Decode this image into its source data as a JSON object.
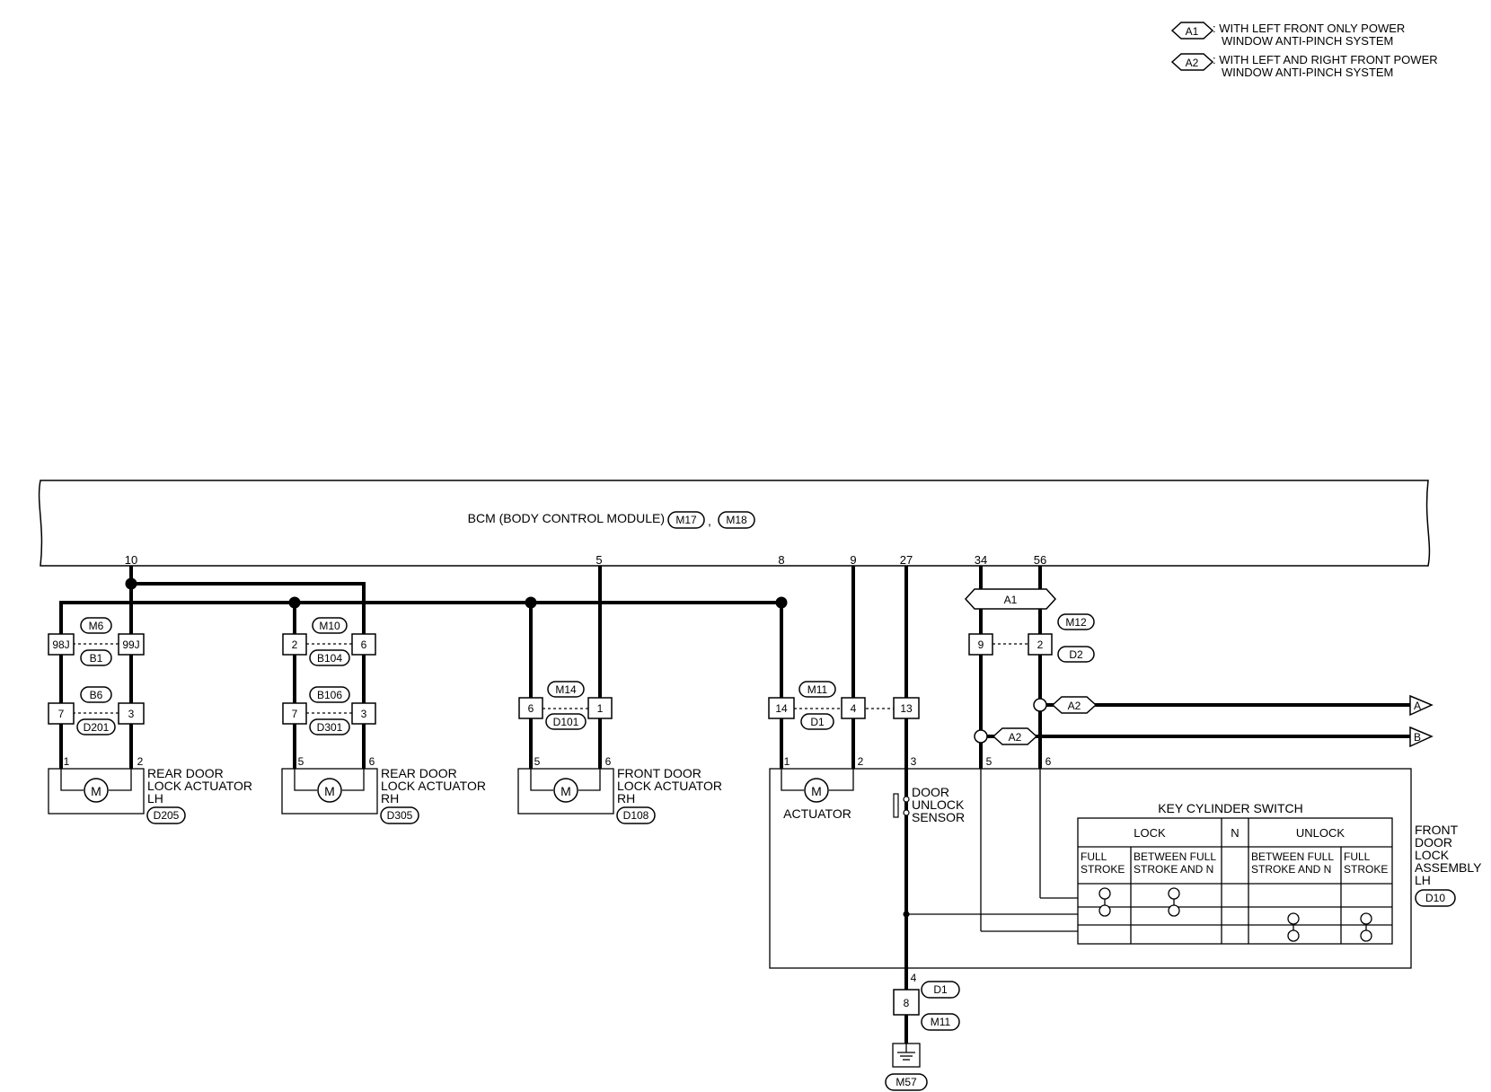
{
  "legend": [
    {
      "tag": "A1",
      "line1": ": WITH LEFT FRONT ONLY POWER",
      "line2": "WINDOW ANTI-PINCH SYSTEM"
    },
    {
      "tag": "A2",
      "line1": ": WITH LEFT AND RIGHT FRONT POWER",
      "line2": "WINDOW ANTI-PINCH SYSTEM"
    }
  ],
  "bcm": {
    "label": "BCM (BODY CONTROL MODULE)",
    "conn1": "M17",
    "sep": ",",
    "conn2": "M18",
    "pins": [
      "10",
      "5",
      "8",
      "9",
      "27",
      "34",
      "56"
    ]
  },
  "rear_lh": {
    "jc_top": "M6",
    "jc_bot": "B1",
    "pin_l": "98J",
    "pin_r": "99J",
    "jc2_top": "B6",
    "jc2_bot": "D201",
    "pin2_l": "7",
    "pin2_r": "3",
    "t_l": "1",
    "t_r": "2",
    "motor": "M",
    "name1": "REAR DOOR",
    "name2": "LOCK ACTUATOR",
    "name3": "LH",
    "conn": "D205"
  },
  "rear_rh": {
    "jc_top": "M10",
    "jc_bot": "B104",
    "pin_l": "2",
    "pin_r": "6",
    "jc2_top": "B106",
    "jc2_bot": "D301",
    "pin2_l": "7",
    "pin2_r": "3",
    "t_l": "5",
    "t_r": "6",
    "motor": "M",
    "name1": "REAR DOOR",
    "name2": "LOCK ACTUATOR",
    "name3": "RH",
    "conn": "D305"
  },
  "front_rh": {
    "jc_top": "M14",
    "jc_bot": "D101",
    "pin_l": "6",
    "pin_r": "1",
    "t_l": "5",
    "t_r": "6",
    "motor": "M",
    "name1": "FRONT DOOR",
    "name2": "LOCK ACTUATOR",
    "name3": "RH",
    "conn": "D108"
  },
  "front_lh": {
    "jc_top": "M11",
    "jc_bot": "D1",
    "pin_a": "14",
    "pin_b": "4",
    "pin_c": "13",
    "t1": "1",
    "t2": "2",
    "t3": "3",
    "t5": "5",
    "t6": "6",
    "motor": "M",
    "actuator": "ACTUATOR",
    "sensor1": "DOOR",
    "sensor2": "UNLOCK",
    "sensor3": "SENSOR",
    "a1": "A1",
    "jc34_top": "M12",
    "jc34_bot": "D2",
    "pin34": "9",
    "pin56": "2",
    "a2": "A2",
    "out_a": "A",
    "out_b": "B",
    "name1": "FRONT",
    "name2": "DOOR",
    "name3": "LOCK",
    "name4": "ASSEMBLY",
    "name5": "LH",
    "conn": "D10"
  },
  "key_switch": {
    "title": "KEY CYLINDER SWITCH",
    "lock": "LOCK",
    "n": "N",
    "unlock": "UNLOCK",
    "c1a": "FULL",
    "c1b": "STROKE",
    "c2a": "BETWEEN FULL",
    "c2b": "STROKE AND N",
    "c3a": "BETWEEN FULL",
    "c3b": "STROKE AND N",
    "c4a": "FULL",
    "c4b": "STROKE"
  },
  "ground": {
    "pin4": "4",
    "conn_top": "D1",
    "pin8": "8",
    "conn_bot": "M11",
    "gnd": "M57"
  }
}
